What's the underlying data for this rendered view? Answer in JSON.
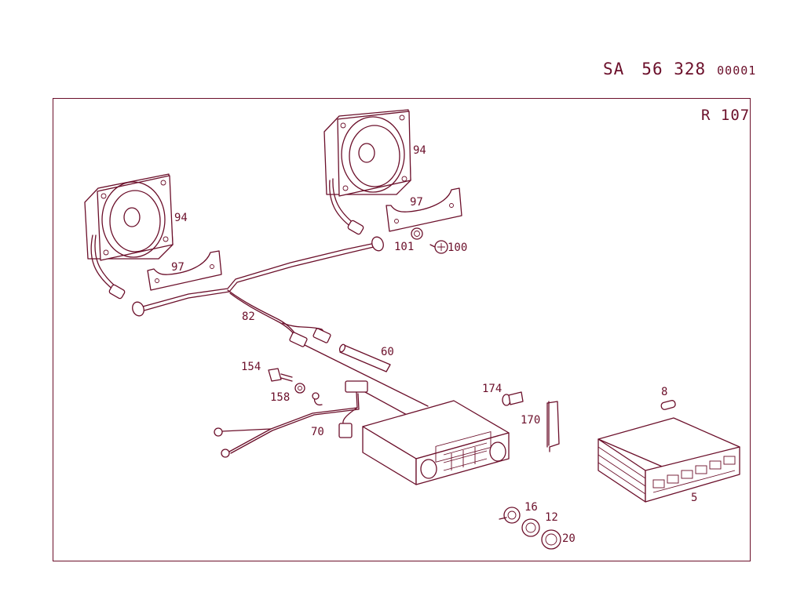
{
  "header": {
    "prefix": "SA",
    "number": "56 328",
    "suffix": "00001"
  },
  "model": "R 107",
  "callouts": {
    "speaker_left": "94",
    "speaker_right": "94",
    "bracket_left": "97",
    "bracket_right": "97",
    "screw_101": "101",
    "screw_100": "100",
    "cable_82": "82",
    "rod_60": "60",
    "part_154": "154",
    "part_158": "158",
    "harness_70": "70",
    "part_174": "174",
    "bracket_170": "170",
    "bulb_8": "8",
    "radio_5": "5",
    "ring_16": "16",
    "ring_12": "12",
    "knob_20": "20"
  },
  "colors": {
    "ink": "#6b0f2a",
    "background": "#ffffff"
  }
}
